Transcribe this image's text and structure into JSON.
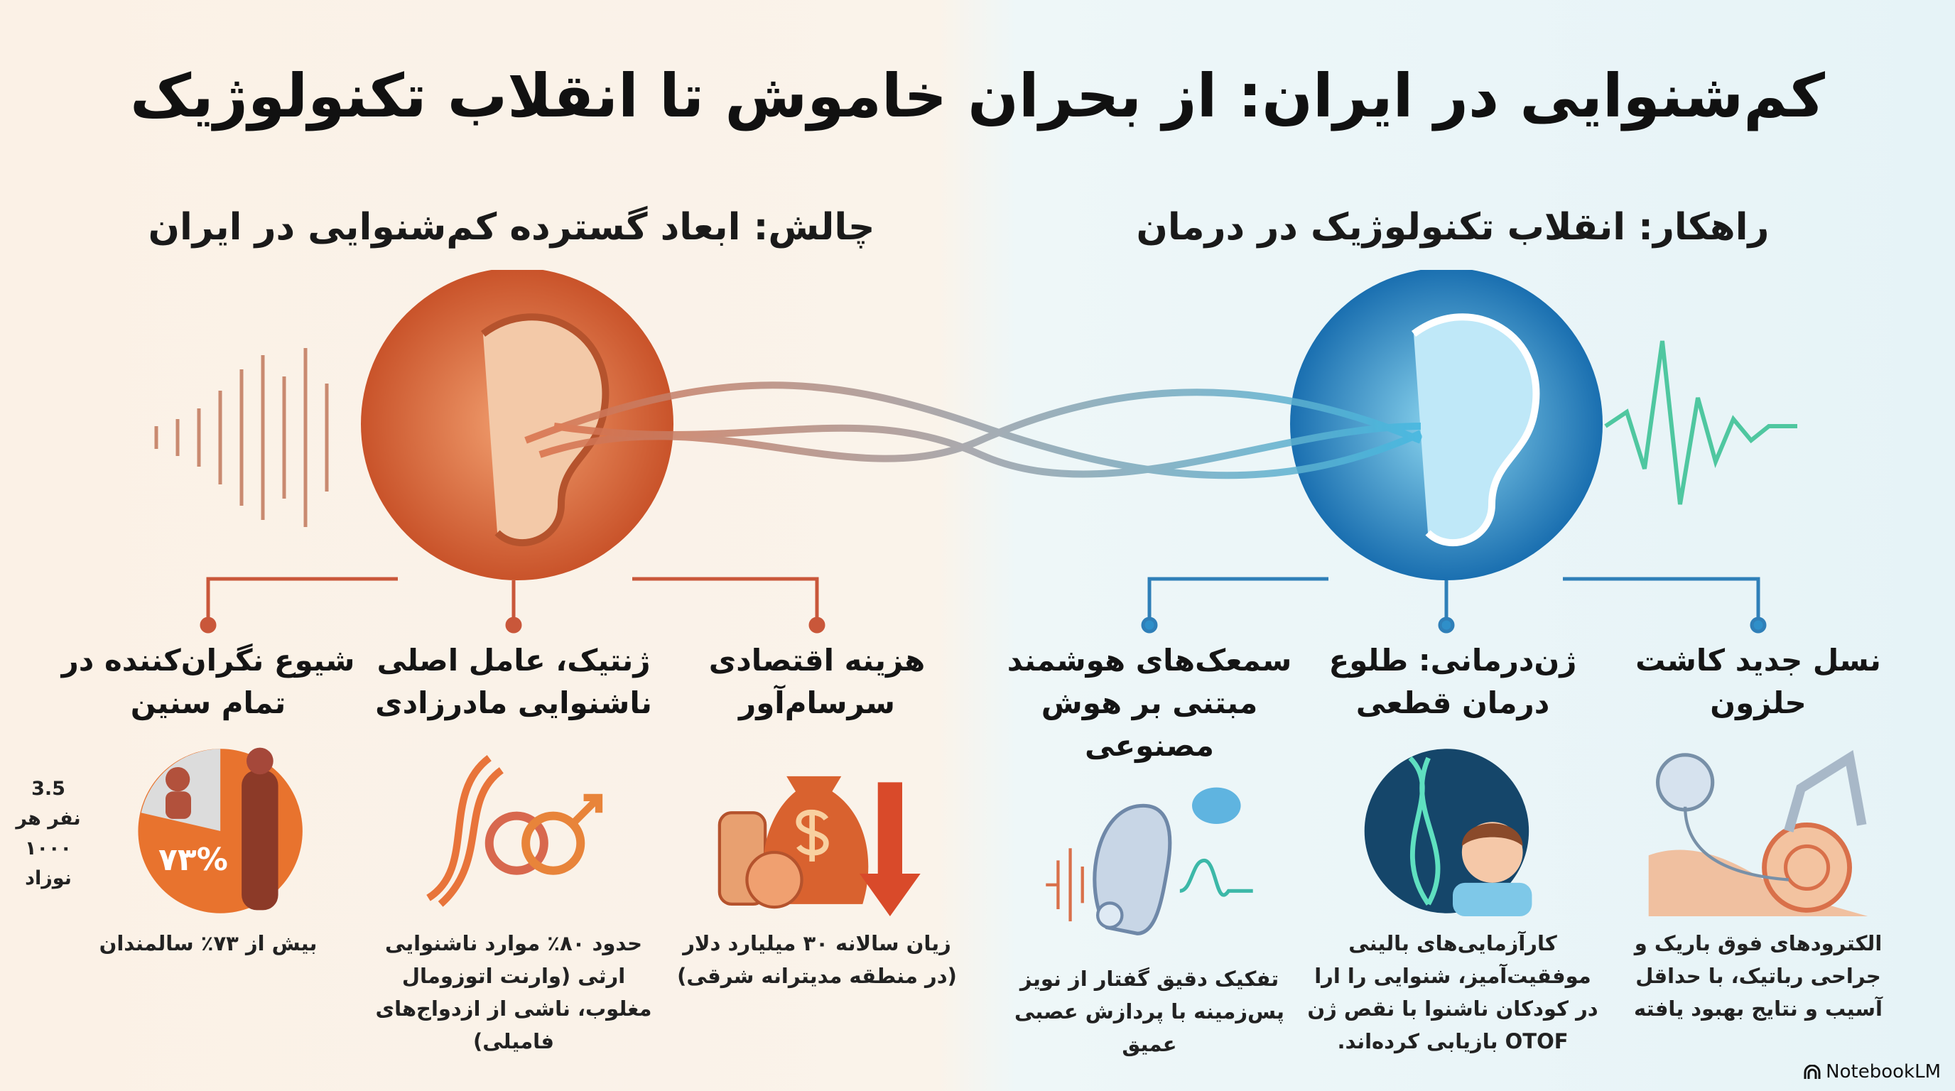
{
  "title": "کم‌شنوایی در ایران: از بحران خاموش تا انقلاب تکنولوژیک",
  "challenge": {
    "heading": "چالش: ابعاد گسترده کم‌شنوایی در ایران",
    "items": [
      {
        "title": "شیوع نگران‌کننده در تمام سنین",
        "desc": "بیش از ۷۳٪ سالمندان",
        "chart_pct": "۷۳%",
        "side_note": "3.5 نفر هر ۱۰۰۰ نوزاد"
      },
      {
        "title": "ژنتیک، عامل اصلی ناشنوایی مادرزادی",
        "desc": "حدود ۸۰٪ موارد ناشنوایی ارثی (وارنت اتوزومال مغلوب، ناشی از ازدواج‌های فامیلی)"
      },
      {
        "title": "هزینه اقتصادی سرسام‌آور",
        "desc": "زیان سالانه ۳۰ میلیارد دلار (در منطقه مدیترانه شرقی)"
      }
    ]
  },
  "solution": {
    "heading": "راهکار: انقلاب تکنولوژیک در درمان",
    "items": [
      {
        "title": "سمعک‌های هوشمند مبتنی بر هوش مصنوعی",
        "desc": "تفکیک دقیق گفتار از نویز پس‌زمینه با پردازش عصبی عمیق"
      },
      {
        "title": "ژن‌درمانی: طلوع درمان قطعی",
        "desc": "کارآزمایی‌های بالینی موفقیت‌آمیز، شنوایی را ارا در کودکان ناشنوا با نقص ژن OTOF بازیابی کرده‌اند."
      },
      {
        "title": "نسل جدید کاشت حلزون",
        "desc": "الکترودهای فوق باریک و جراحی رباتیک، با حداقل آسیب و نتایج بهبود یافته"
      }
    ]
  },
  "watermark": "NotebookLM",
  "colors": {
    "warm": "#d9622f",
    "cool": "#2f8fc9"
  }
}
